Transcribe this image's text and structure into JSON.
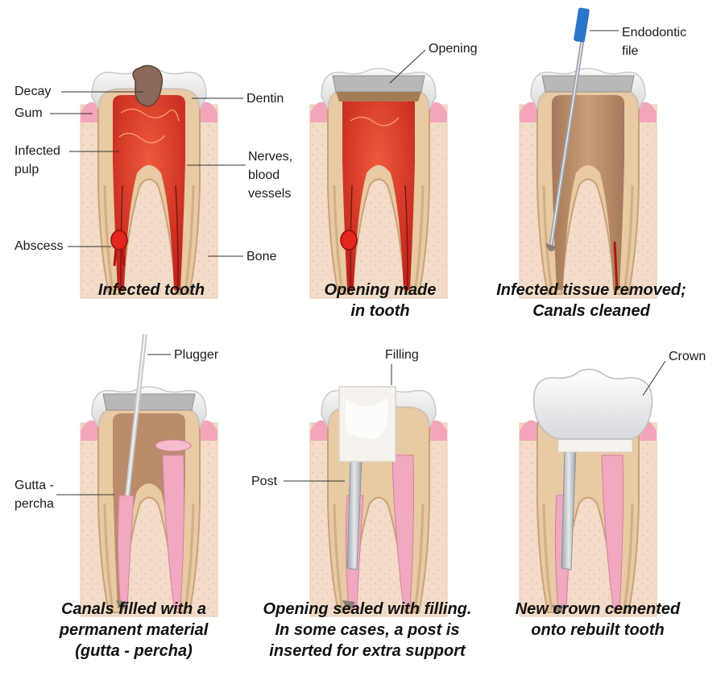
{
  "panels": [
    {
      "caption": [
        "Infected tooth"
      ],
      "labels": {
        "decay": "Decay",
        "gum": "Gum",
        "infected_pulp": [
          "Infected",
          "pulp"
        ],
        "abscess": "Abscess",
        "dentin": "Dentin",
        "nerves": [
          "Nerves,",
          "blood",
          "vessels"
        ],
        "bone": "Bone"
      }
    },
    {
      "caption": [
        "Opening made",
        "in tooth"
      ],
      "labels": {
        "opening": "Opening"
      }
    },
    {
      "caption": [
        "Infected tissue removed;",
        "Canals cleaned"
      ],
      "labels": {
        "endodontic_file": [
          "Endodontic",
          "file"
        ]
      }
    },
    {
      "caption": [
        "Canals filled with a",
        "permanent material",
        "(gutta - percha)"
      ],
      "labels": {
        "plugger": "Plugger",
        "gutta_percha": [
          "Gutta -",
          "percha"
        ]
      }
    },
    {
      "caption": [
        "Opening sealed with filling.",
        "In some cases, a post is",
        "inserted for extra support"
      ],
      "labels": {
        "filling": "Filling",
        "post": "Post"
      }
    },
    {
      "caption": [
        "New crown cemented",
        "onto rebuilt tooth"
      ],
      "labels": {
        "crown": "Crown"
      }
    }
  ],
  "colors": {
    "bone": "#f3dcc8",
    "gum": "#f3a6ba",
    "dentin": "#e8caa4",
    "enamel": "#ecebeb",
    "pulp_infected": "#d8352b",
    "pulp_cleaned": "#b98d6b",
    "gutta_percha": "#f0a9c1",
    "filling": "#f6f3ef",
    "post": "#c9cdd2",
    "crown": "#f2f2f4"
  }
}
